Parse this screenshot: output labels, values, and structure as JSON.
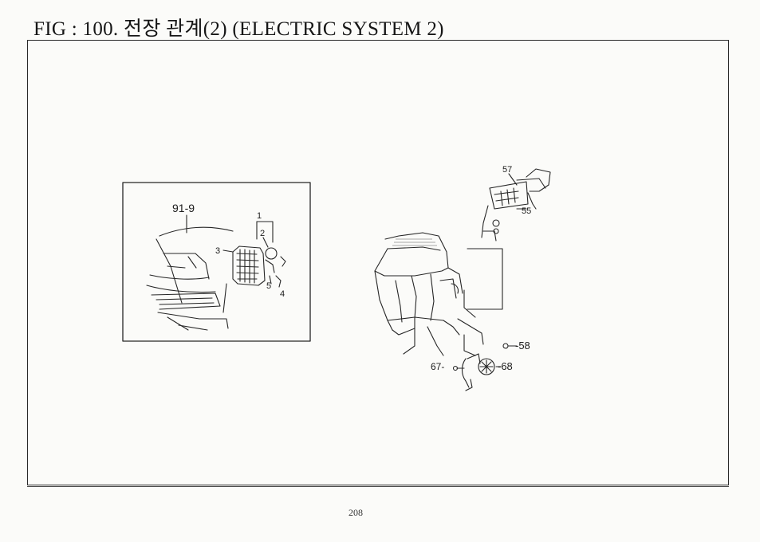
{
  "header": {
    "figure_title": "FIG : 100. 전장 관계(2) (ELECTRIC SYSTEM 2)"
  },
  "diagram": {
    "inset_labels": {
      "ref": "91-9",
      "p1": "1",
      "p2": "2",
      "p3": "3",
      "p4": "4",
      "p5": "5"
    },
    "main_labels": {
      "p57_top": "57",
      "p55": "55",
      "p58": "-58",
      "p67": "67-",
      "p68": "-68"
    }
  },
  "footer": {
    "page_number": "208"
  }
}
